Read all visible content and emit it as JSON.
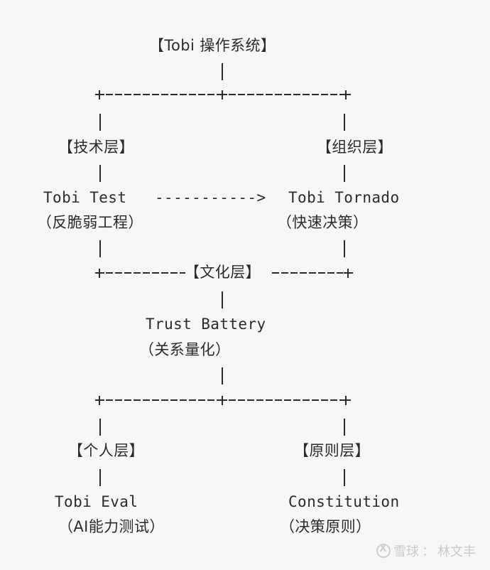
{
  "root": {
    "label": "【Tobi 操作系统】"
  },
  "branches_top": {
    "left": {
      "layer": "【技术层】",
      "name": "Tobi Test",
      "desc": "（反脆弱工程）"
    },
    "right": {
      "layer": "【组织层】",
      "name": "Tobi Tornado",
      "desc": "（快速决策）"
    },
    "arrow": "----------->"
  },
  "middle": {
    "layer": "【文化层】",
    "name": "Trust Battery",
    "desc": "（关系量化）"
  },
  "branches_bottom": {
    "left": {
      "layer": "【个人层】",
      "name": "Tobi Eval",
      "desc": "（AI能力测试）"
    },
    "right": {
      "layer": "【原则层】",
      "name": "Constitution",
      "desc": "（决策原则）"
    }
  },
  "watermark": {
    "site": "雪球",
    "separator": "：",
    "author": "林文丰"
  }
}
